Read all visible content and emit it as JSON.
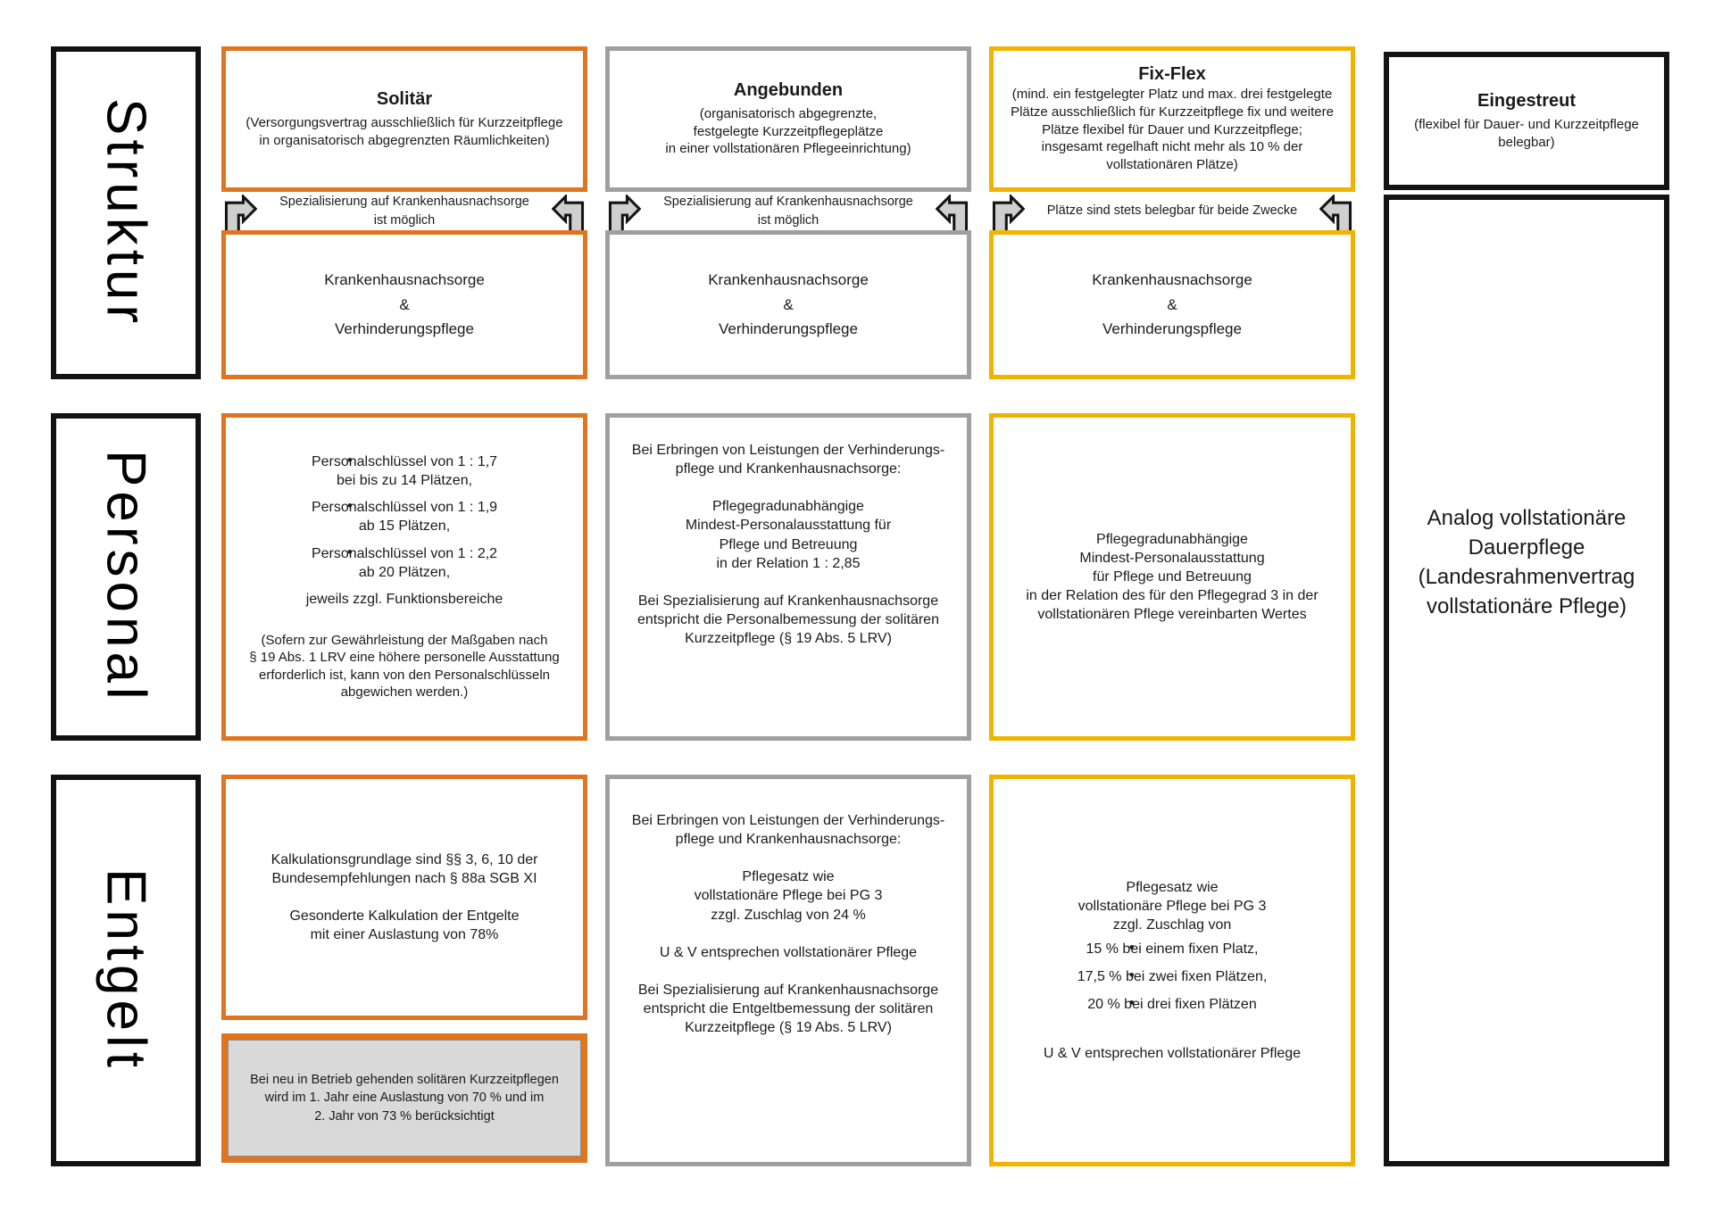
{
  "ui": {
    "bullet": "•"
  },
  "rows": [
    {
      "label": "Struktur"
    },
    {
      "label": "Personal"
    },
    {
      "label": "Entgelt"
    }
  ],
  "columns": [
    {
      "title": "Solitär",
      "accent": "#E0751F",
      "subtitle": "(Versorgungsvertrag ausschließlich für Kurzzeitpflege\nin organisatorisch abgegrenzten Räumlichkeiten)",
      "banner": "Spezialisierung auf Krankenhausnachsorge\nist möglich",
      "struktur": "Krankenhausnachsorge\n&\nVerhinderungspflege",
      "personal": {
        "bullets": [
          "Personalschlüssel von 1 : 1,7\nbei bis zu 14 Plätzen,",
          "Personalschlüssel von 1 : 1,9\nab 15 Plätzen,",
          "Personalschlüssel von 1 : 2,2\nab 20 Plätzen,"
        ],
        "suffix": "jeweils zzgl. Funktionsbereiche",
        "note": "(Sofern zur Gewährleistung der Maßgaben nach\n§ 19 Abs. 1 LRV eine höhere personelle Ausstattung\nerforderlich ist, kann von den Personalschlüsseln\nabgewichen werden.)"
      },
      "entgelt": "Kalkulationsgrundlage sind §§ 3, 6, 10 der\nBundesempfehlungen nach § 88a SGB XI\n\nGesonderte Kalkulation der Entgelte\nmit einer Auslastung von 78%",
      "entgelt_note": "Bei neu in Betrieb gehenden solitären Kurzzeitpflegen\nwird im 1. Jahr eine Auslastung von 70 % und im\n2. Jahr von 73 % berücksichtigt"
    },
    {
      "title": "Angebunden",
      "accent": "#A0A0A0",
      "subtitle": "(organisatorisch abgegrenzte,\nfestgelegte Kurzzeitpflegeplätze\nin einer vollstationären Pflegeeinrichtung)",
      "banner": "Spezialisierung auf Krankenhausnachsorge\nist möglich",
      "struktur": "Krankenhausnachsorge\n&\nVerhinderungspflege",
      "personal": "Bei Erbringen von Leistungen der Verhinderungs-\npflege und Krankenhausnachsorge:\n\nPflegegradunabhängige\nMindest-Personalausstattung für\nPflege und Betreuung\nin der Relation 1 : 2,85\n\nBei Spezialisierung auf Krankenhausnachsorge\nentspricht die Personalbemessung der solitären\nKurzzeitpflege (§ 19 Abs. 5 LRV)",
      "entgelt": "Bei Erbringen von Leistungen der Verhinderungs-\npflege und Krankenhausnachsorge:\n\nPflegesatz wie\nvollstationäre Pflege bei PG 3\nzzgl. Zuschlag von 24 %\n\nU & V entsprechen vollstationärer Pflege\n\nBei Spezialisierung auf Krankenhausnachsorge\nentspricht die Entgeltbemessung der solitären\nKurzzeitpflege (§ 19 Abs. 5 LRV)"
    },
    {
      "title": "Fix-Flex",
      "accent": "#F0B400",
      "subtitle": "(mind. ein festgelegter Platz und max. drei festgelegte\nPlätze ausschließlich für Kurzzeitpflege fix und weitere\nPlätze flexibel für Dauer und Kurzzeitpflege;\ninsgesamt regelhaft nicht mehr als 10 % der\nvollstationären Plätze)",
      "banner": "Plätze sind stets belegbar für beide Zwecke",
      "struktur": "Krankenhausnachsorge\n&\nVerhinderungspflege",
      "personal": "Pflegegradunabhängige\nMindest-Personalausstattung\nfür Pflege und Betreuung\nin der Relation des für den Pflegegrad 3 in der\nvollstationären Pflege vereinbarten Wertes",
      "entgelt": {
        "intro": "Pflegesatz wie\nvollstationäre Pflege bei PG 3\nzzgl. Zuschlag von",
        "bullets": [
          "15 % bei einem fixen Platz,",
          "17,5 % bei zwei fixen Plätzen,",
          "20 % bei drei fixen Plätzen"
        ],
        "suffix": "U & V entsprechen vollstationärer Pflege"
      }
    },
    {
      "title": "Eingestreut",
      "accent": "#141414",
      "subtitle": "(flexibel für Dauer- und Kurzzeitpflege\nbelegbar)",
      "analog": "Analog vollstationäre\nDauerpflege\n(Landesrahmenvertrag\nvollstationäre Pflege)"
    }
  ]
}
